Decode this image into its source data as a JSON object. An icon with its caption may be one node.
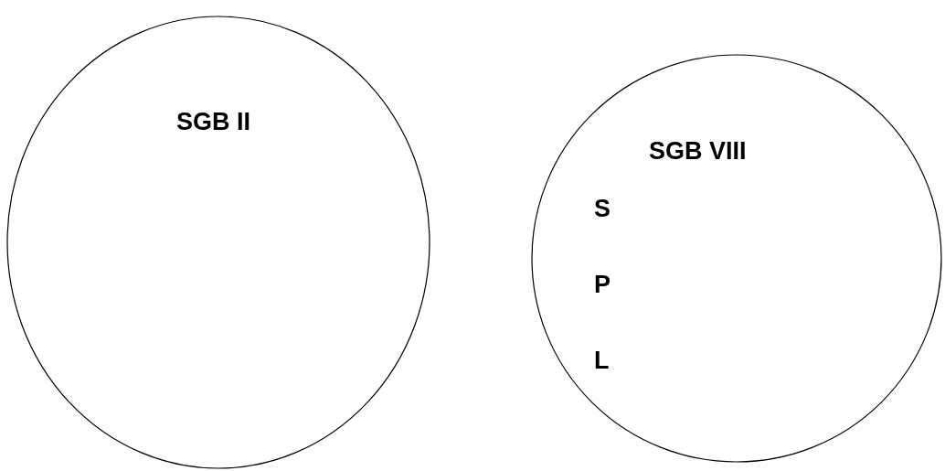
{
  "diagram": {
    "nodes": [
      {
        "text": [
          "SGB II"
        ]
      },
      {
        "text": [
          "SGB VIII",
          "S",
          "P",
          "L"
        ]
      }
    ]
  }
}
